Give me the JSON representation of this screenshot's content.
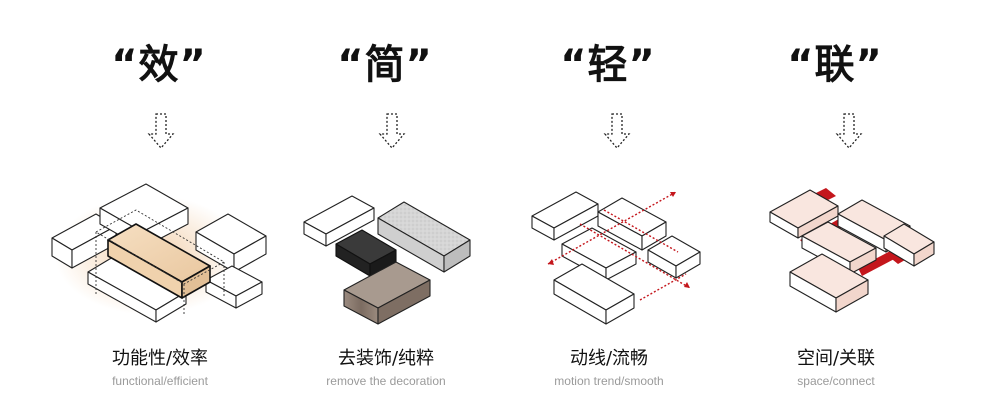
{
  "concepts": [
    {
      "title": "“效”",
      "label_cn": "功能性/效率",
      "label_en": "functional/efficient"
    },
    {
      "title": "“简”",
      "label_cn": "去装饰/纯粹",
      "label_en": "remove the decoration"
    },
    {
      "title": "“轻”",
      "label_cn": "动线/流畅",
      "label_en": "motion trend/smooth"
    },
    {
      "title": "“联”",
      "label_cn": "空间/关联",
      "label_en": "space/connect"
    }
  ],
  "colors": {
    "accent_red": "#c4161c",
    "wood_light": "#f2d8b8",
    "wood_dark": "#8a7a6e",
    "black_box": "#2a2a2a",
    "stone": "#d9d9d9"
  }
}
